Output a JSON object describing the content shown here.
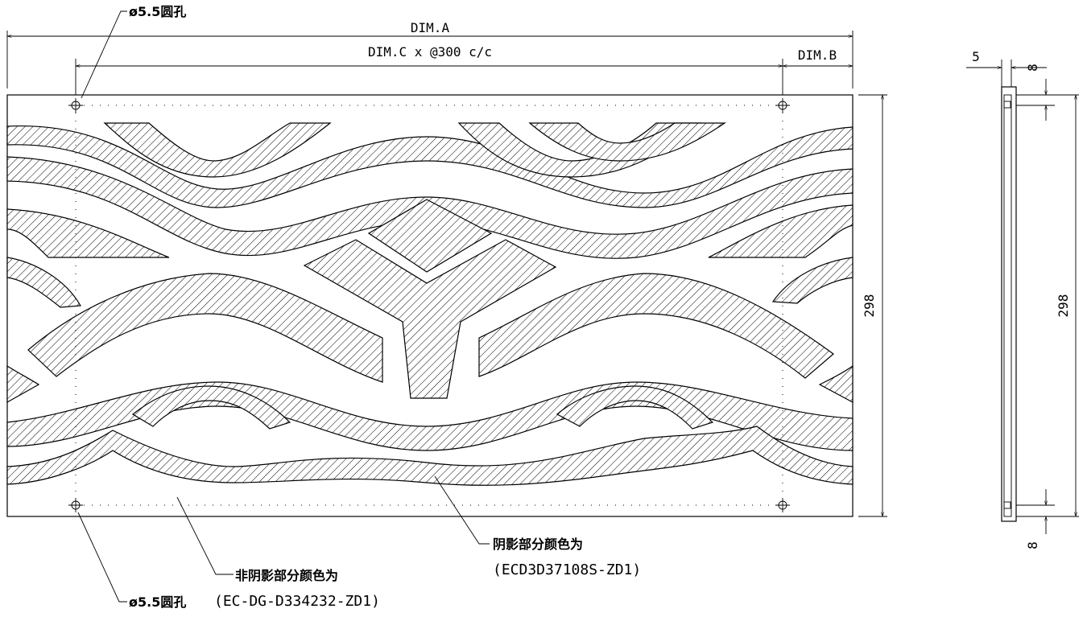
{
  "front_view": {
    "dim_a": "DIM.A",
    "dim_c": "DIM.C x @300 c/c",
    "dim_b": "DIM.B",
    "height": "298",
    "hole_label_top": "ø5.5圆孔",
    "hole_label_bottom": "ø5.5圆孔",
    "shaded_note_title": "阴影部分颜色为",
    "shaded_note_code": "(ECD3D37108S-ZD1)",
    "unshaded_note_title": "非阴影部分颜色为",
    "unshaded_note_code": "(EC-DG-D334232-ZD1)"
  },
  "side_view": {
    "thickness": "5",
    "edge_offset_top": "8",
    "edge_offset_bottom": "8",
    "height": "298"
  },
  "colors": {
    "line": "#000000",
    "background": "#ffffff"
  }
}
